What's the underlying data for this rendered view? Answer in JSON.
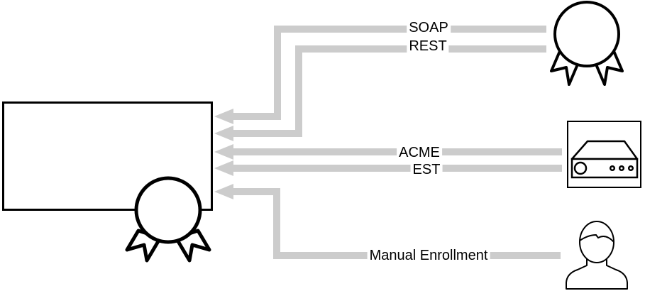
{
  "diagram": {
    "colors": {
      "background": "#ffffff",
      "connector": "#cccccc",
      "outline": "#000000",
      "label_text": "#000000",
      "label_background": "#ffffff"
    },
    "nodes": {
      "certificate_authority": {
        "icon": "certificate-seal-icon"
      },
      "ribbon_badge": {
        "icon": "award-ribbon-icon"
      },
      "server_appliance": {
        "icon": "server-appliance-icon"
      },
      "person": {
        "icon": "person-icon"
      }
    },
    "connections": [
      {
        "label": "SOAP",
        "from": "ribbon-badge",
        "to": "certificate-authority-box"
      },
      {
        "label": "REST",
        "from": "ribbon-badge",
        "to": "certificate-authority-box"
      },
      {
        "label": "ACME",
        "from": "server-appliance",
        "to": "certificate-authority-box"
      },
      {
        "label": "EST",
        "from": "server-appliance",
        "to": "certificate-authority-box"
      },
      {
        "label": "Manual Enrollment",
        "from": "person",
        "to": "certificate-authority-box"
      }
    ]
  }
}
